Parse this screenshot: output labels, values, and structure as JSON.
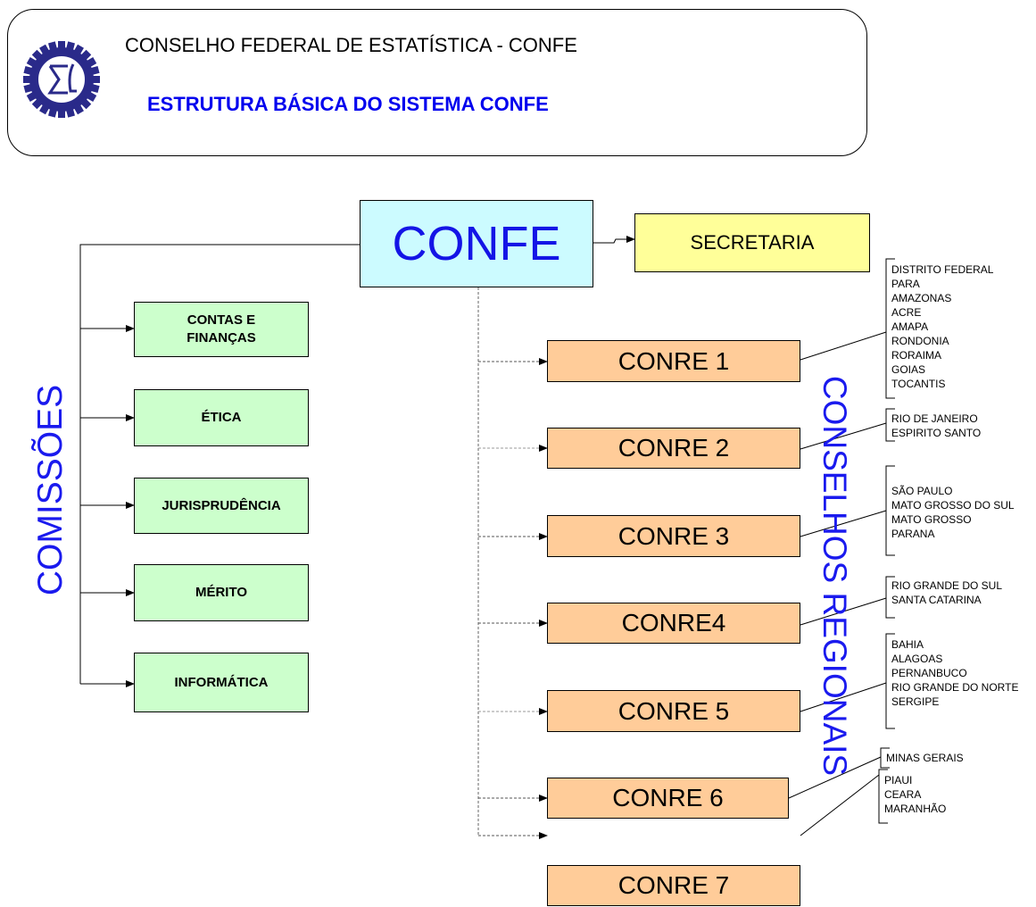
{
  "header": {
    "title": "CONSELHO FEDERAL DE ESTATÍSTICA - CONFE",
    "subtitle": "ESTRUTURA BÁSICA DO SISTEMA CONFE",
    "logo_icon": "confe-gear-sigma-logo"
  },
  "colors": {
    "confe_fill": "#ccfbff",
    "confe_text": "#1414e6",
    "secretaria_fill": "#ffff99",
    "commission_fill": "#ccffcc",
    "conre_fill": "#ffcc99",
    "accent_blue": "#0000ee"
  },
  "diagram": {
    "root": "CONFE",
    "secretaria": "SECRETARIA",
    "left_group_label": "COMISSÕES",
    "right_group_label": "CONSELHOS REGIONAIS",
    "commissions": [
      "CONTAS E\nFINANÇAS",
      "ÉTICA",
      "JURISPRUDÊNCIA",
      "MÉRITO",
      "INFORMÁTICA"
    ],
    "conres": [
      {
        "label": "CONRE 1",
        "states": [
          "DISTRITO FEDERAL",
          "PARA",
          "AMAZONAS",
          "ACRE",
          "AMAPA",
          "RONDONIA",
          "RORAIMA",
          "GOIAS",
          "TOCANTIS"
        ]
      },
      {
        "label": "CONRE 2",
        "states": [
          "RIO DE JANEIRO",
          "ESPIRITO SANTO"
        ]
      },
      {
        "label": "CONRE 3",
        "states": [
          "SÃO PAULO",
          "MATO GROSSO DO SUL",
          "MATO GROSSO",
          "PARANA"
        ]
      },
      {
        "label": "CONRE4",
        "states": [
          "RIO GRANDE DO SUL",
          "SANTA CATARINA"
        ]
      },
      {
        "label": "CONRE 5",
        "states": [
          "BAHIA",
          "ALAGOAS",
          "PERNANBUCO",
          "RIO GRANDE DO NORTE",
          "SERGIPE"
        ]
      },
      {
        "label": "CONRE 6",
        "states": [
          "MINAS GERAIS"
        ]
      },
      {
        "label": "CONRE 7",
        "states": [
          "PIAUI",
          "CEARA",
          "MARANHÃO"
        ]
      }
    ]
  }
}
